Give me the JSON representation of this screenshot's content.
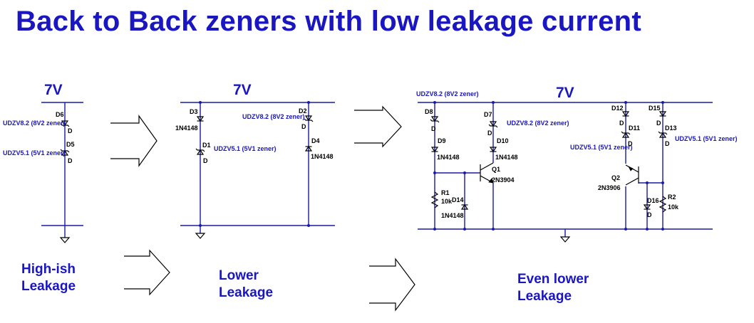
{
  "title": "Back to Back zeners with low leakage current",
  "supply": "7V",
  "parts": {
    "d6": "D6",
    "d5": "D5",
    "d": "D",
    "udzv82": "UDZV8.2 (8V2 zener)",
    "udzv51": "UDZV5.1 (5V1 zener)",
    "d3": "D3",
    "d1": "D1",
    "d2": "D2",
    "d4": "D4",
    "n4148": "1N4148",
    "d8": "D8",
    "d9": "D9",
    "d7": "D7",
    "d10": "D10",
    "d14": "D14",
    "r1": "R1",
    "r2": "R2",
    "k10": "10k",
    "q1": "Q1",
    "q2": "Q2",
    "n3904": "2N3904",
    "n3906": "2N3906",
    "d12": "D12",
    "d11": "D11",
    "d15": "D15",
    "d13": "D13",
    "d16": "D16"
  },
  "captions": {
    "high_line1": "High-ish",
    "high_line2": "Leakage",
    "lower_line1": "Lower",
    "lower_line2": "Leakage",
    "even_line1": "Even lower",
    "even_line2": "Leakage"
  }
}
